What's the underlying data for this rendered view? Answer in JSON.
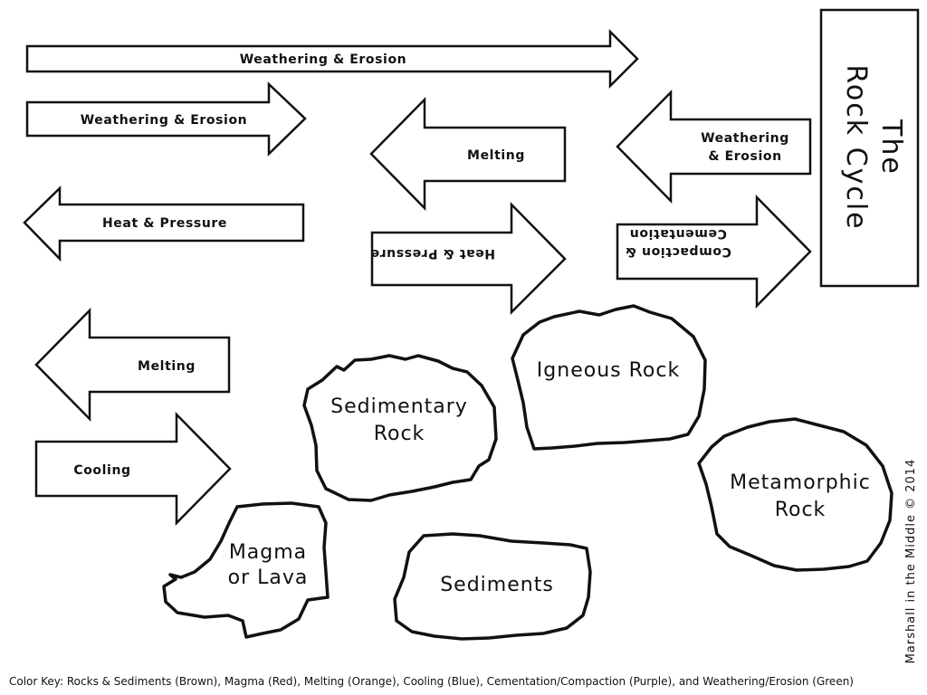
{
  "title": {
    "line1": "The",
    "line2": "Rock Cycle"
  },
  "arrows": {
    "weathering_erosion_long": "Weathering & Erosion",
    "weathering_erosion_mid": "Weathering & Erosion",
    "heat_pressure_left": "Heat & Pressure",
    "melting_center": "Melting",
    "heat_pressure_flipped": "Heat & Pressure",
    "weathering_erosion_right": {
      "line1": "Weathering",
      "line2": "& Erosion"
    },
    "compaction_cementation_flipped": {
      "line1": "Compaction &",
      "line2": "Cementation"
    },
    "melting_left": "Melting",
    "cooling": "Cooling"
  },
  "rocks": {
    "sedimentary": {
      "line1": "Sedimentary",
      "line2": "Rock"
    },
    "igneous": {
      "line1": "Igneous Rock"
    },
    "metamorphic": {
      "line1": "Metamorphic",
      "line2": "Rock"
    },
    "magma": {
      "line1": "Magma",
      "line2": "or Lava"
    },
    "sediments": {
      "line1": "Sediments"
    }
  },
  "credit": "Marshall in the Middle © 2014",
  "color_key": "Color Key: Rocks & Sediments (Brown), Magma (Red), Melting (Orange), Cooling (Blue), Cementation/Compaction (Purple), and Weathering/Erosion (Green)"
}
